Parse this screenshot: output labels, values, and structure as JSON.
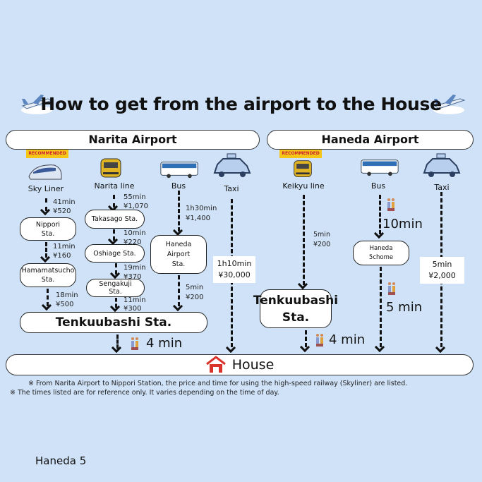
{
  "title": "How to get from the airport to the House",
  "narita": {
    "header": "Narita Airport",
    "badge": "RECOMMENDED",
    "modes": [
      "Sky Liner",
      "Narita line",
      "Bus",
      "Taxi"
    ],
    "skyliner": {
      "seg1": "41min\n¥520",
      "st1": "Nippori\nSta.",
      "seg2": "11min\n¥160",
      "st2": "Hamamatsucho\nSta.",
      "seg3": "18min\n¥500"
    },
    "naritaline": {
      "seg1": "55min\n¥1,070",
      "st1": "Takasago Sta.",
      "seg2": "10min\n¥220",
      "st2": "Oshiage Sta.",
      "seg3": "19min\n¥370",
      "st3": "Sengakuji\nSta.",
      "seg4": "11min\n¥300"
    },
    "bus": {
      "seg1": "1h30min\n¥1,400",
      "st1": "Haneda\nAirport\nSta.",
      "seg2": "5min\n¥200"
    },
    "taxi": {
      "seg1": "1h10min\n¥30,000"
    },
    "station": "Tenkuubashi Sta.",
    "walk": "4 min"
  },
  "haneda": {
    "header": "Haneda Airport",
    "badge": "RECOMMENDED",
    "modes": [
      "Keikyu line",
      "Bus",
      "Taxi"
    ],
    "keikyu": {
      "seg1": "5min\n¥200",
      "station": "Tenkuubashi\nSta.",
      "walk": "4 min"
    },
    "bus": {
      "walk1": "10min",
      "st1": "Haneda\n5chome",
      "walk2": "5 min"
    },
    "taxi": {
      "seg1": "5min\n¥2,000"
    }
  },
  "house": "House",
  "notes": [
    "※ From Narita Airport to Nippori Station, the price and time for using the high-speed railway (Skyliner) are listed.",
    "※ The times listed are for reference only. It varies depending on the time of day."
  ],
  "caption": "Haneda 5"
}
